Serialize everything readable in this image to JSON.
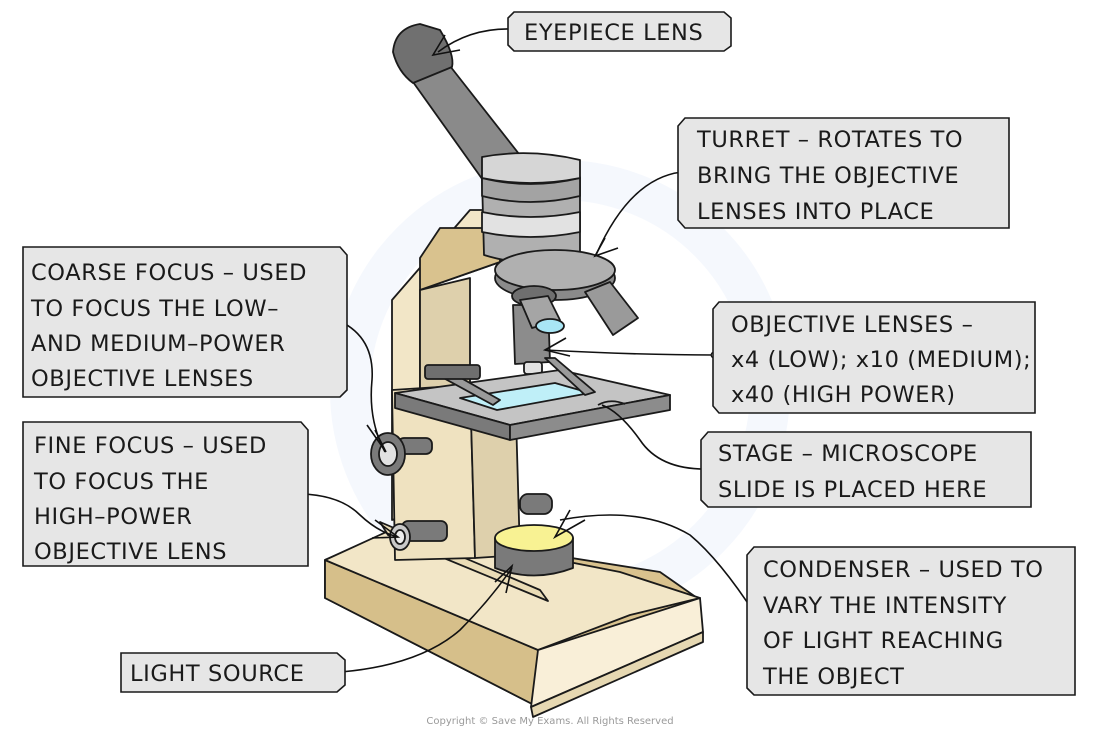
{
  "diagram": {
    "subject": "Light microscope",
    "colors": {
      "label_fill": "#e6e6e6",
      "body_cream": "#f2e6c7",
      "body_tan": "#d9c28e",
      "metal_grey": "#7a7a7a",
      "light_grey": "#b5b5b5",
      "lens_blue": "#a9e6f5",
      "light_yellow": "#f8f293"
    },
    "labels": [
      {
        "id": "eyepiece",
        "lines": [
          "EYEPIECE  LENS"
        ],
        "points_to": "eyepiece"
      },
      {
        "id": "turret",
        "lines": [
          "TURRET – ROTATES  TO",
          "BRING THE  OBJECTIVE",
          "LENSES  INTO  PLACE"
        ],
        "points_to": "turret"
      },
      {
        "id": "coarse-focus",
        "lines": [
          "COARSE  FOCUS – USED",
          "TO FOCUS THE  LOW–",
          "AND  MEDIUM–POWER",
          "OBJECTIVE  LENSES"
        ],
        "points_to": "coarse focus knob"
      },
      {
        "id": "objective-lenses",
        "lines": [
          "OBJECTIVE  LENSES –",
          "x4 (LOW); x10 (MEDIUM);",
          "x40 (HIGH  POWER)"
        ],
        "points_to": "objective lens"
      },
      {
        "id": "fine-focus",
        "lines": [
          "FINE  FOCUS – USED",
          "TO  FOCUS  THE",
          "HIGH–POWER",
          "OBJECTIVE  LENS"
        ],
        "points_to": "fine focus knob"
      },
      {
        "id": "stage",
        "lines": [
          "STAGE – MICROSCOPE",
          "SLIDE  IS  PLACED  HERE"
        ],
        "points_to": "stage"
      },
      {
        "id": "condenser",
        "lines": [
          "CONDENSER – USED  TO",
          "VARY  THE  INTENSITY",
          "OF  LIGHT  REACHING",
          "THE  OBJECT"
        ],
        "points_to": "light source top"
      },
      {
        "id": "light-source",
        "lines": [
          "LIGHT  SOURCE"
        ],
        "points_to": "condenser body"
      }
    ],
    "copyright": "Copyright © Save My Exams. All Rights Reserved"
  }
}
